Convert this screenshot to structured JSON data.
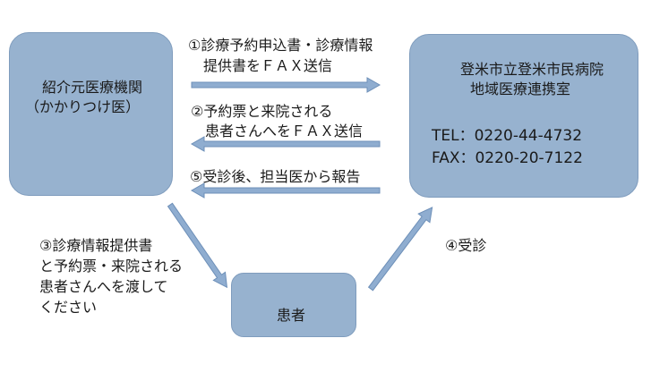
{
  "nodes": {
    "clinic": {
      "line1": "紹介元医療機関",
      "line2": "（かかりつけ医）"
    },
    "hospital": {
      "line1": "登米市立登米市民病院",
      "line2": "地域医療連携室",
      "tel": "TEL：0220-44-4732",
      "fax": "FAX：0220-20-7122"
    },
    "patient": {
      "label": "患者"
    }
  },
  "steps": {
    "step1": {
      "line1": "①診療予約申込書・診療情報",
      "line2": "提供書をＦＡＸ送信"
    },
    "step2": {
      "line1": "②予約票と来院される",
      "line2": "患者さんへをＦＡＸ送信"
    },
    "step3": {
      "line1": "③診療情報提供書",
      "line2": "と予約票・来院される",
      "line3": "患者さんへを渡して",
      "line4": "ください"
    },
    "step4": {
      "label": "④受診"
    },
    "step5": {
      "label": "⑤受診後、担当医から報告"
    }
  },
  "colors": {
    "box_fill": "#97b2cf",
    "arrow_fill": "#8fadd0",
    "arrow_stroke": "#6d8fb8"
  }
}
